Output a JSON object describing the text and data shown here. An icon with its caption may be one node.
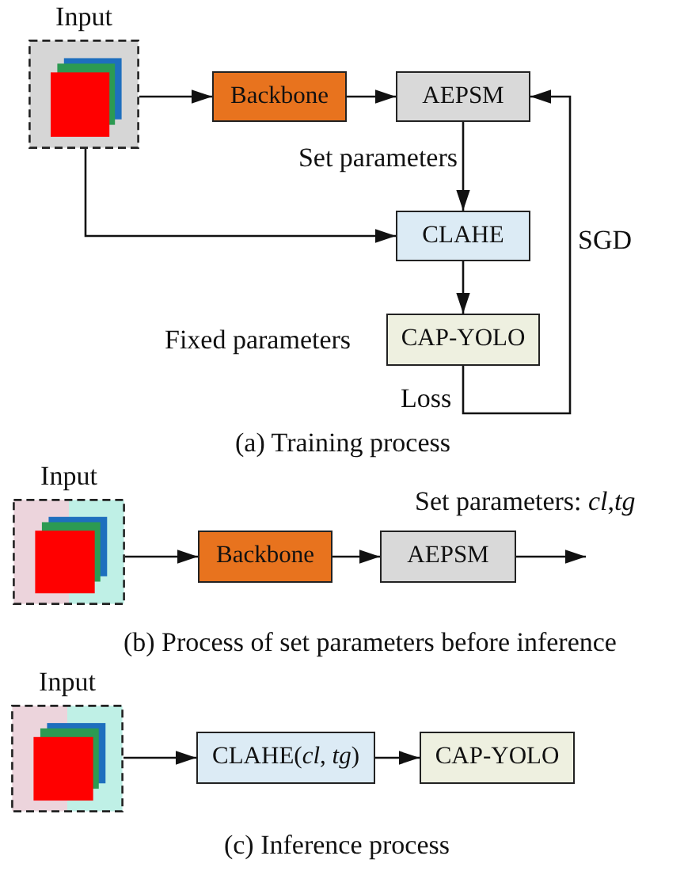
{
  "diagram": {
    "nodes": [
      {
        "text": [
          "Input"
        ]
      },
      {
        "text": [
          "Backbone"
        ]
      },
      {
        "text": [
          "AEPSM"
        ]
      },
      {
        "text": [
          "CLAHE"
        ]
      },
      {
        "text": [
          "CAP-YOLO"
        ],
        "beside": [
          "Fixed parameters"
        ]
      },
      {
        "text": [
          "Input"
        ]
      },
      {
        "text": [
          "Backbone"
        ]
      },
      {
        "text": [
          "AEPSM"
        ]
      },
      {
        "text": [
          "Input"
        ]
      },
      {
        "text": [
          "CLAHE(*cl*, *tg*)"
        ]
      },
      {
        "text": [
          "CAP-YOLO"
        ]
      }
    ],
    "edges": [
      {
        "from": 0,
        "to": 1,
        "arrow": "to"
      },
      {
        "from": 1,
        "to": 2,
        "arrow": "to"
      },
      {
        "from": 2,
        "to": 3,
        "arrow": "to",
        "label": "Set parameters"
      },
      {
        "from": 0,
        "to": 3,
        "arrow": "to"
      },
      {
        "from": 3,
        "to": 4,
        "arrow": "to"
      },
      {
        "from": 4,
        "to": 2,
        "arrow": "to",
        "label": "SGD"
      },
      {
        "from": 5,
        "to": 6,
        "arrow": "to"
      },
      {
        "from": 6,
        "to": 7,
        "arrow": "to"
      },
      {
        "from": 7,
        "to": null,
        "arrow": "to",
        "label": "Set parameters: *cl*,*tg*"
      },
      {
        "from": 8,
        "to": 9,
        "arrow": "to"
      },
      {
        "from": 9,
        "to": 10,
        "arrow": "to"
      }
    ],
    "labels": [
      "Loss",
      "(a) Training process",
      "(b) Process of set parameters before inference",
      "(c) Inference process"
    ]
  }
}
